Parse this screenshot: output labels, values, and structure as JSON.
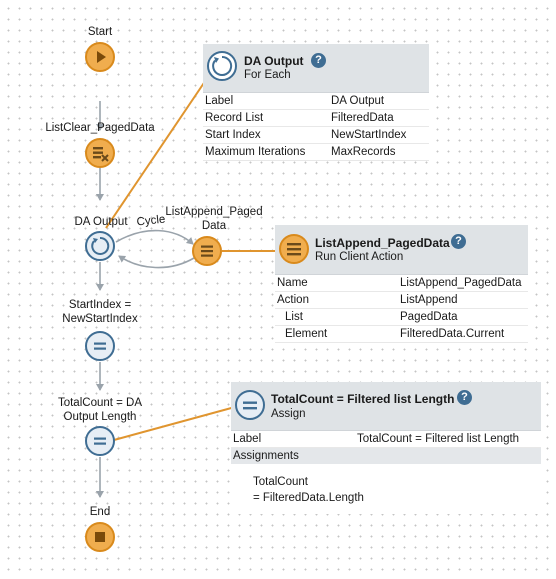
{
  "nodes": {
    "start": "Start",
    "list_clear": "ListClear_PagedData",
    "da_output": "DA Output",
    "cycle": "Cycle",
    "list_append_line1": "ListAppend_Paged",
    "list_append_line2": "Data",
    "start_index_line1": "StartIndex =",
    "start_index_line2": "NewStartIndex",
    "total_count_line1": "TotalCount = DA",
    "total_count_line2": "Output Length",
    "end": "End"
  },
  "panels": {
    "foreach": {
      "title": "DA Output",
      "subtitle": "For Each",
      "rows": [
        {
          "key": "Label",
          "value": "DA Output"
        },
        {
          "key": "Record List",
          "value": "FilteredData"
        },
        {
          "key": "Start Index",
          "value": "NewStartIndex"
        },
        {
          "key": "Maximum Iterations",
          "value": "MaxRecords"
        }
      ]
    },
    "list_append": {
      "title": "ListAppend_PagedData",
      "subtitle": "Run Client Action",
      "rows": [
        {
          "key": "Name",
          "value": "ListAppend_PagedData"
        },
        {
          "key": "Action",
          "value": "ListAppend"
        },
        {
          "key": "List",
          "value": "PagedData"
        },
        {
          "key": "Element",
          "value": "FilteredData.Current"
        }
      ]
    },
    "assign": {
      "title": "TotalCount = Filtered list Length",
      "subtitle": "Assign",
      "label_key": "Label",
      "label_value": "TotalCount = Filtered list Length",
      "section": "Assignments",
      "assign_var": "TotalCount",
      "assign_expr": "= FilteredData.Length"
    },
    "help_glyph": "?"
  },
  "colors": {
    "node_orange": "#f0ad4e",
    "node_blue": "#3f6d93",
    "connector_orange": "#e0952f",
    "flow_gray": "#9aa3ab",
    "header_gray": "#dfe3e6"
  }
}
